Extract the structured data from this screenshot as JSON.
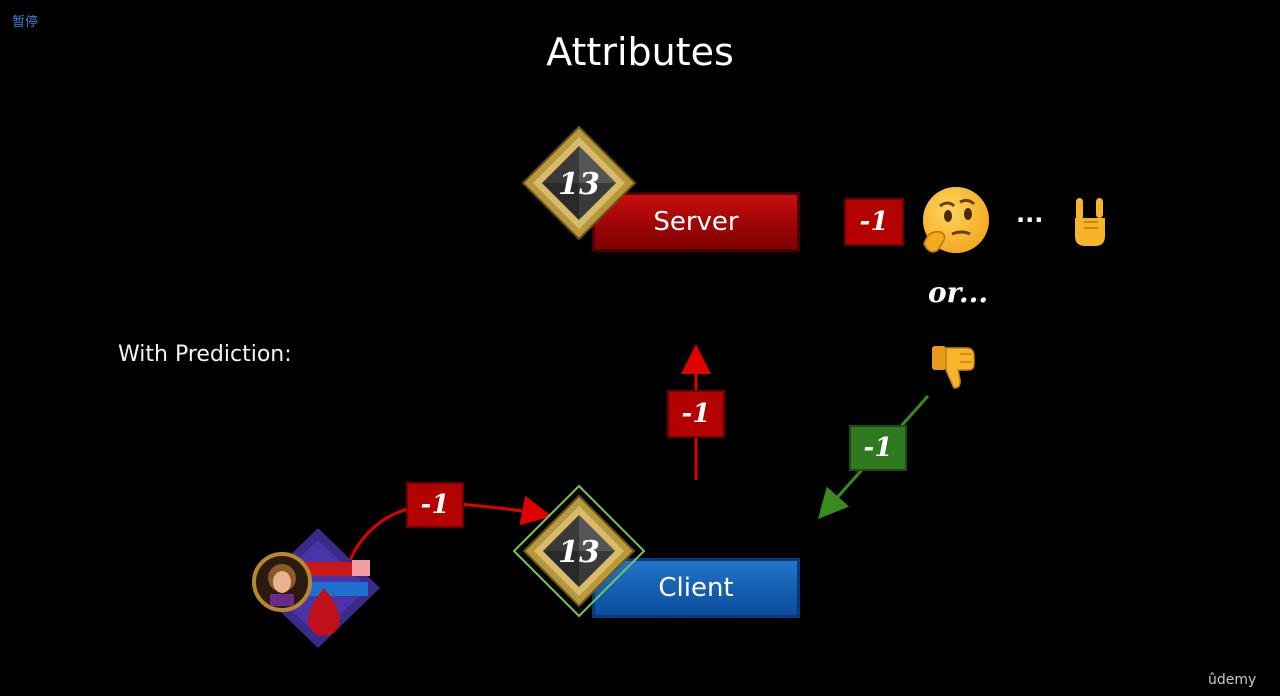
{
  "overlay": {
    "pause_label": "暂停"
  },
  "slide": {
    "title": "Attributes",
    "section_label": "With Prediction:",
    "watermark": "ûdemy"
  },
  "server": {
    "label": "Server",
    "attribute_value": "13",
    "color": "#c70e0e"
  },
  "client": {
    "label": "Client",
    "attribute_value": "13",
    "color": "#2374c9"
  },
  "deltas": {
    "server_incoming": "-1",
    "client_to_server": "-1",
    "server_to_client": "-1",
    "ability_cast": "-1"
  },
  "annotations": {
    "ellipsis": "...",
    "or_text": "or..."
  },
  "icons": {
    "thinking": "thinking-face-icon",
    "rock_on": "rock-on-hand-icon",
    "thumbs_down": "thumbs-down-icon",
    "ability": "ability-icon",
    "attribute_gem": "attribute-gem-icon"
  }
}
